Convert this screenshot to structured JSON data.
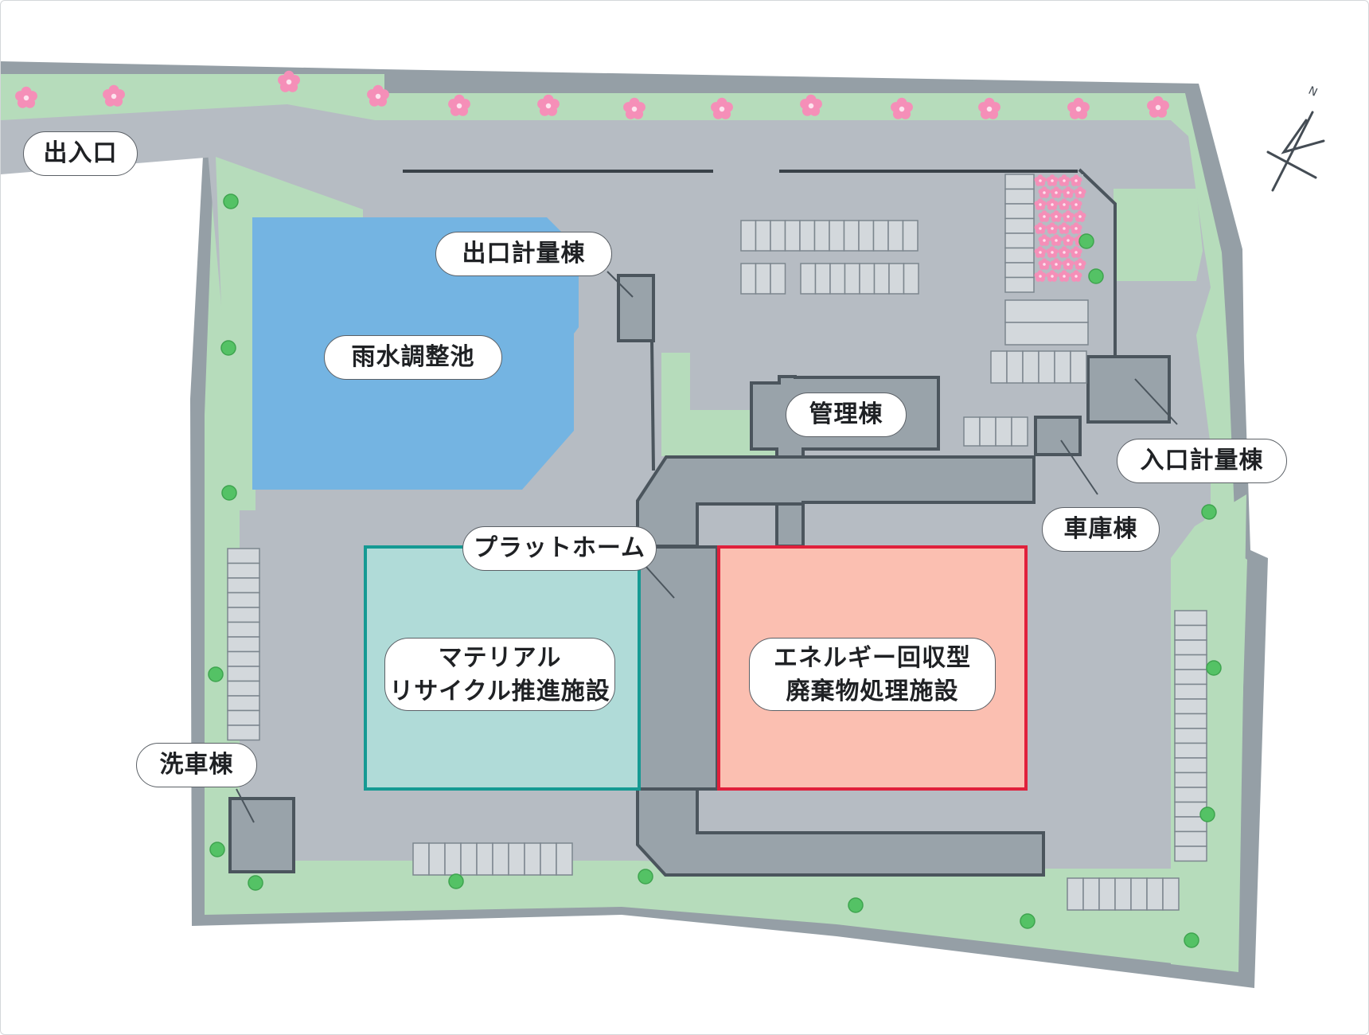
{
  "labels": {
    "entrance": "出入口",
    "exit_scale": "出口計量棟",
    "rain_pond": "雨水調整池",
    "admin": "管理棟",
    "entry_scale": "入口計量棟",
    "garage": "車庫棟",
    "platform": "プラットホーム",
    "material_line1": "マテリアル",
    "material_line2": "リサイクル推進施設",
    "energy_line1": "エネルギー回収型",
    "energy_line2": "廃棄物処理施設",
    "carwash": "洗車棟"
  },
  "north_mark": "N",
  "colors": {
    "road": "#b6bcc3",
    "wall": "#959fa6",
    "lawn": "#b6dcbb",
    "building": "#99a3aa",
    "building_outline": "#4b555d",
    "pond": "#74b4e2",
    "material_fill": "#b0dbd8",
    "material_border": "#159a93",
    "energy_fill": "#fbbfb1",
    "energy_border": "#e0203b",
    "sakura": "#f58fb8",
    "tree": "#54c265"
  },
  "icons": [
    "sakura-icon",
    "tree-icon",
    "north-arrow-icon",
    "parking-stall-icon"
  ]
}
